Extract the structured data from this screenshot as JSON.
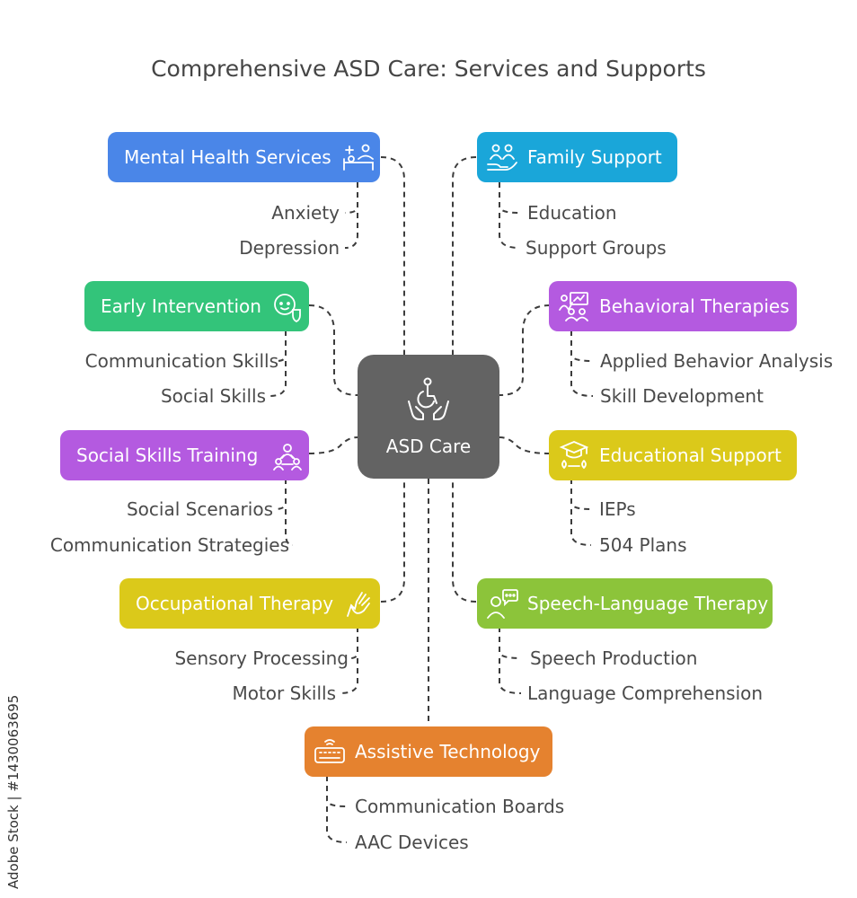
{
  "title": "Comprehensive ASD Care: Services and Supports",
  "center": {
    "label": "ASD Care",
    "icon": "disability-care-icon"
  },
  "branches": {
    "mental_health": {
      "label": "Mental Health Services",
      "color": "#4a86e8",
      "icon": "medical-bed-icon",
      "items": [
        "Anxiety",
        "Depression"
      ]
    },
    "family_support": {
      "label": "Family Support",
      "color": "#1aa6d9",
      "icon": "family-hand-icon",
      "items": [
        "Education",
        "Support Groups"
      ]
    },
    "early_intervention": {
      "label": "Early Intervention",
      "color": "#33c47a",
      "icon": "baby-shield-icon",
      "items": [
        "Communication Skills",
        "Social Skills"
      ]
    },
    "behavioral": {
      "label": "Behavioral Therapies",
      "color": "#b45ae0",
      "icon": "teacher-group-icon",
      "items": [
        "Applied Behavior Analysis",
        "Skill Development"
      ]
    },
    "social_skills": {
      "label": "Social Skills Training",
      "color": "#b45ae0",
      "icon": "people-network-icon",
      "items": [
        "Social Scenarios",
        "Communication Strategies"
      ]
    },
    "educational": {
      "label": "Educational Support",
      "color": "#dbc91a",
      "icon": "graduation-cap-icon",
      "items": [
        "IEPs",
        "504 Plans"
      ]
    },
    "occupational": {
      "label": "Occupational Therapy",
      "color": "#dbc91a",
      "icon": "hand-tool-icon",
      "items": [
        "Sensory Processing",
        "Motor Skills"
      ]
    },
    "speech": {
      "label": "Speech-Language Therapy",
      "color": "#8cc43a",
      "icon": "speech-bubble-person-icon",
      "items": [
        "Speech Production",
        "Language Comprehension"
      ]
    },
    "assistive": {
      "label": "Assistive Technology",
      "color": "#e5822f",
      "icon": "keyboard-device-icon",
      "items": [
        "Communication Boards",
        "AAC Devices"
      ]
    }
  },
  "credit": "Adobe Stock | #1430063695"
}
